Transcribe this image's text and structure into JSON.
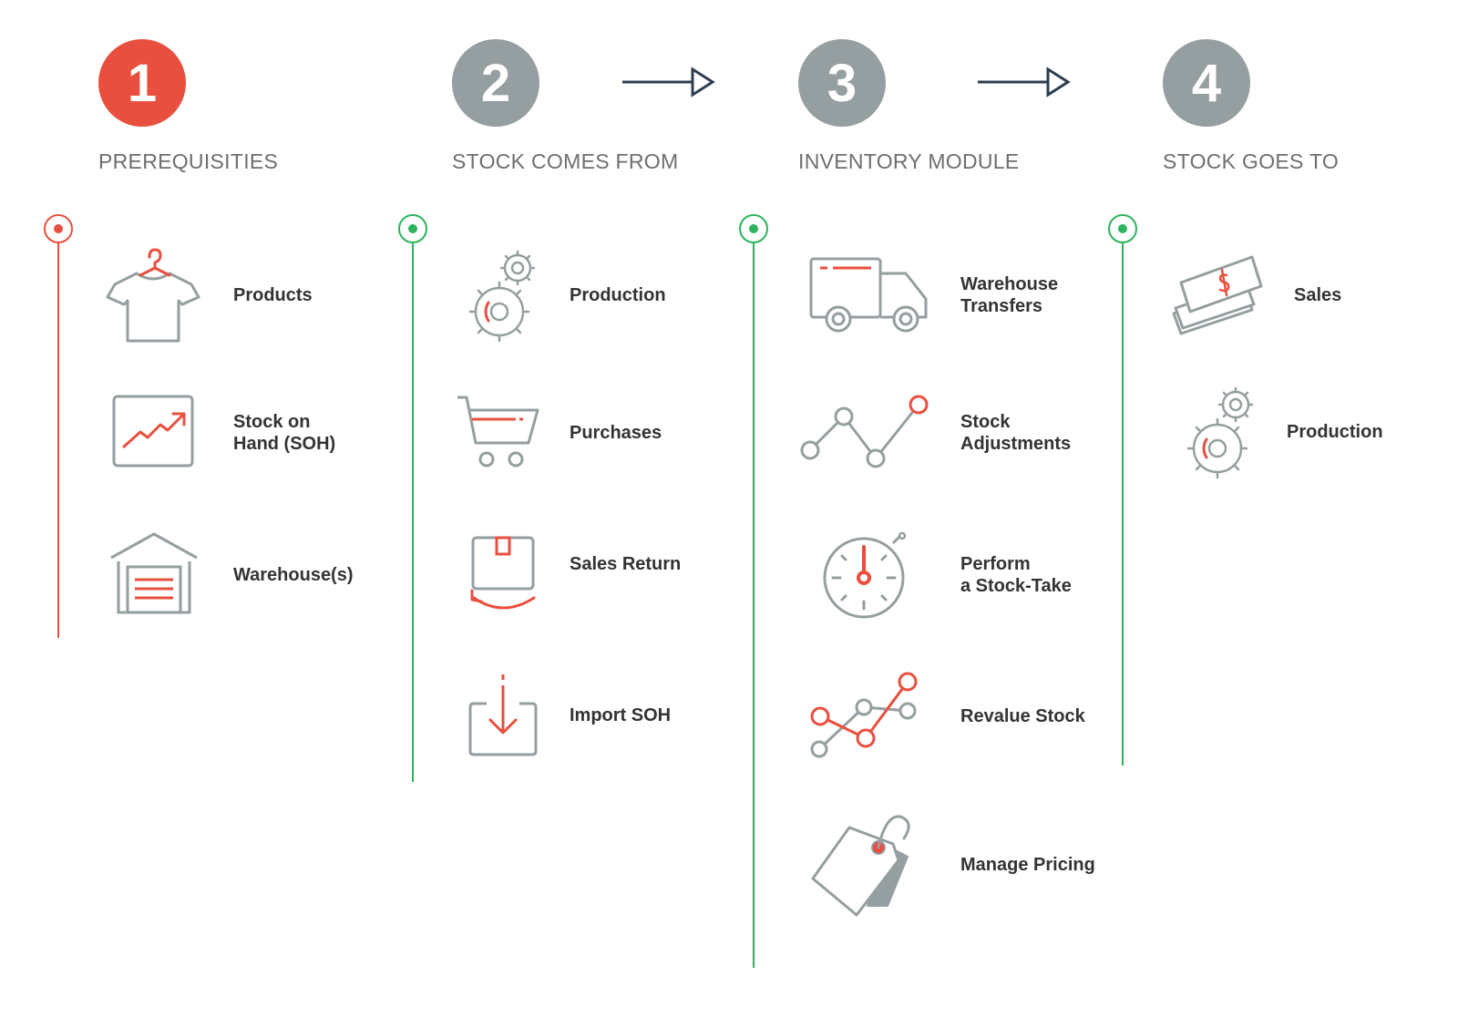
{
  "colors": {
    "red": "#e94f3e",
    "green": "#2db35d",
    "gray": "#959ea0",
    "navy": "#2c3e50",
    "text": "#333333",
    "title": "#6d6e71"
  },
  "steps": [
    {
      "number": "1",
      "title": "PREREQUISITIES",
      "items": [
        {
          "label": "Products",
          "icon": "tshirt-icon"
        },
        {
          "label": "Stock on\nHand (SOH)",
          "icon": "chart-monitor-icon"
        },
        {
          "label": "Warehouse(s)",
          "icon": "warehouse-icon"
        }
      ]
    },
    {
      "number": "2",
      "title": "STOCK COMES FROM",
      "items": [
        {
          "label": "Production",
          "icon": "gears-icon"
        },
        {
          "label": "Purchases",
          "icon": "cart-icon"
        },
        {
          "label": "Sales Return",
          "icon": "box-return-icon"
        },
        {
          "label": "Import SOH",
          "icon": "import-icon"
        }
      ]
    },
    {
      "number": "3",
      "title": "INVENTORY MODULE",
      "items": [
        {
          "label": "Warehouse\nTransfers",
          "icon": "truck-icon"
        },
        {
          "label": "Stock\nAdjustments",
          "icon": "line-graph-icon"
        },
        {
          "label": "Perform\na Stock-Take",
          "icon": "stopwatch-icon"
        },
        {
          "label": "Revalue Stock",
          "icon": "revalue-graph-icon"
        },
        {
          "label": "Manage Pricing",
          "icon": "price-tag-icon"
        }
      ]
    },
    {
      "number": "4",
      "title": "STOCK GOES TO",
      "items": [
        {
          "label": "Sales",
          "icon": "money-icon"
        },
        {
          "label": "Production",
          "icon": "gears-icon"
        }
      ]
    }
  ]
}
